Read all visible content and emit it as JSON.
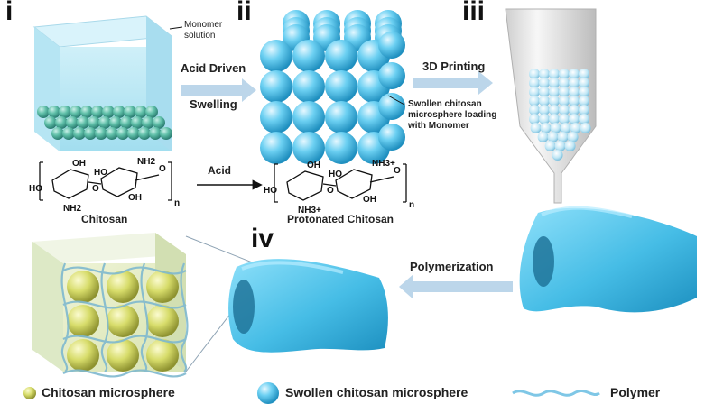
{
  "panels": {
    "i": "i",
    "ii": "ii",
    "iii": "iii",
    "iv": "iv"
  },
  "annotations": {
    "monomer_solution": "Monomer solution",
    "acid_driven": "Acid Driven",
    "swelling": "Swelling",
    "printing_3d": "3D Printing",
    "swollen_loading": "Swollen chitosan microsphere loading with Monomer",
    "acid": "Acid",
    "chitosan": "Chitosan",
    "protonated_chitosan": "Protonated Chitosan",
    "polymerization": "Polymerization"
  },
  "chem_labels": {
    "oh": "OH",
    "ho": "HO",
    "nh2": "NH2",
    "nh3": "NH3+",
    "o": "O",
    "n": "n"
  },
  "legend": [
    {
      "label": "Chitosan microsphere",
      "color": "#c8cf3a"
    },
    {
      "label": "Swollen chitosan microsphere",
      "color": "#4fc3e8"
    },
    {
      "label": "Polymer",
      "color": "#8fd3ef"
    }
  ],
  "colors": {
    "sphere_blue": "#5cc8ef",
    "sphere_green": "#5fbfa8",
    "arrow": "#b8d4ea",
    "organ": "#54c4ea"
  }
}
